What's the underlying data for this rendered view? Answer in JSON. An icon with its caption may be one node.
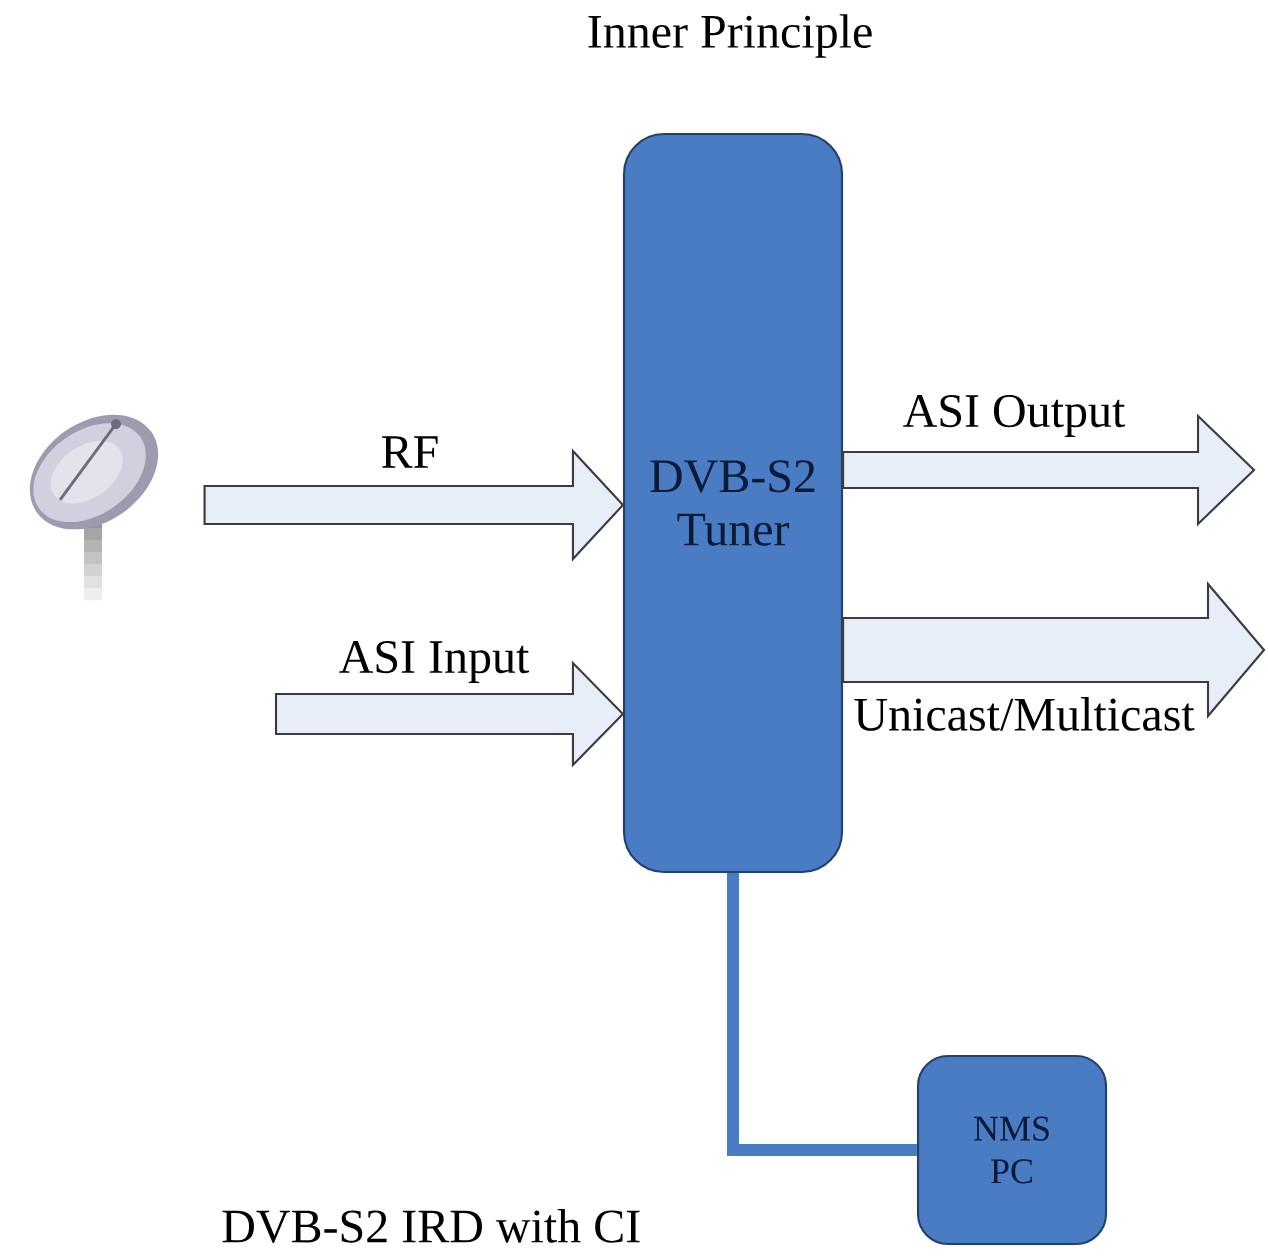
{
  "diagram": {
    "title": "Inner Principle",
    "caption": "DVB-S2 IRD with CI",
    "nodes": [
      {
        "text": [],
        "shape": "picture"
      },
      {
        "text": [
          "DVB-S2 Tuner"
        ]
      },
      {
        "text": [
          "NMS PC"
        ]
      }
    ],
    "edges": [
      {
        "from": 0,
        "to": 1,
        "arrow": "to",
        "label": "RF"
      },
      {
        "from": null,
        "to": 1,
        "arrow": "to",
        "label": "ASI Input"
      },
      {
        "from": 1,
        "to": null,
        "arrow": "to",
        "label": "ASI Output"
      },
      {
        "from": 1,
        "to": null,
        "arrow": "to",
        "label": "Unicast/Multicast"
      },
      {
        "from": 1,
        "to": 2,
        "arrow": "none",
        "color": "#4a7cc4"
      }
    ]
  }
}
